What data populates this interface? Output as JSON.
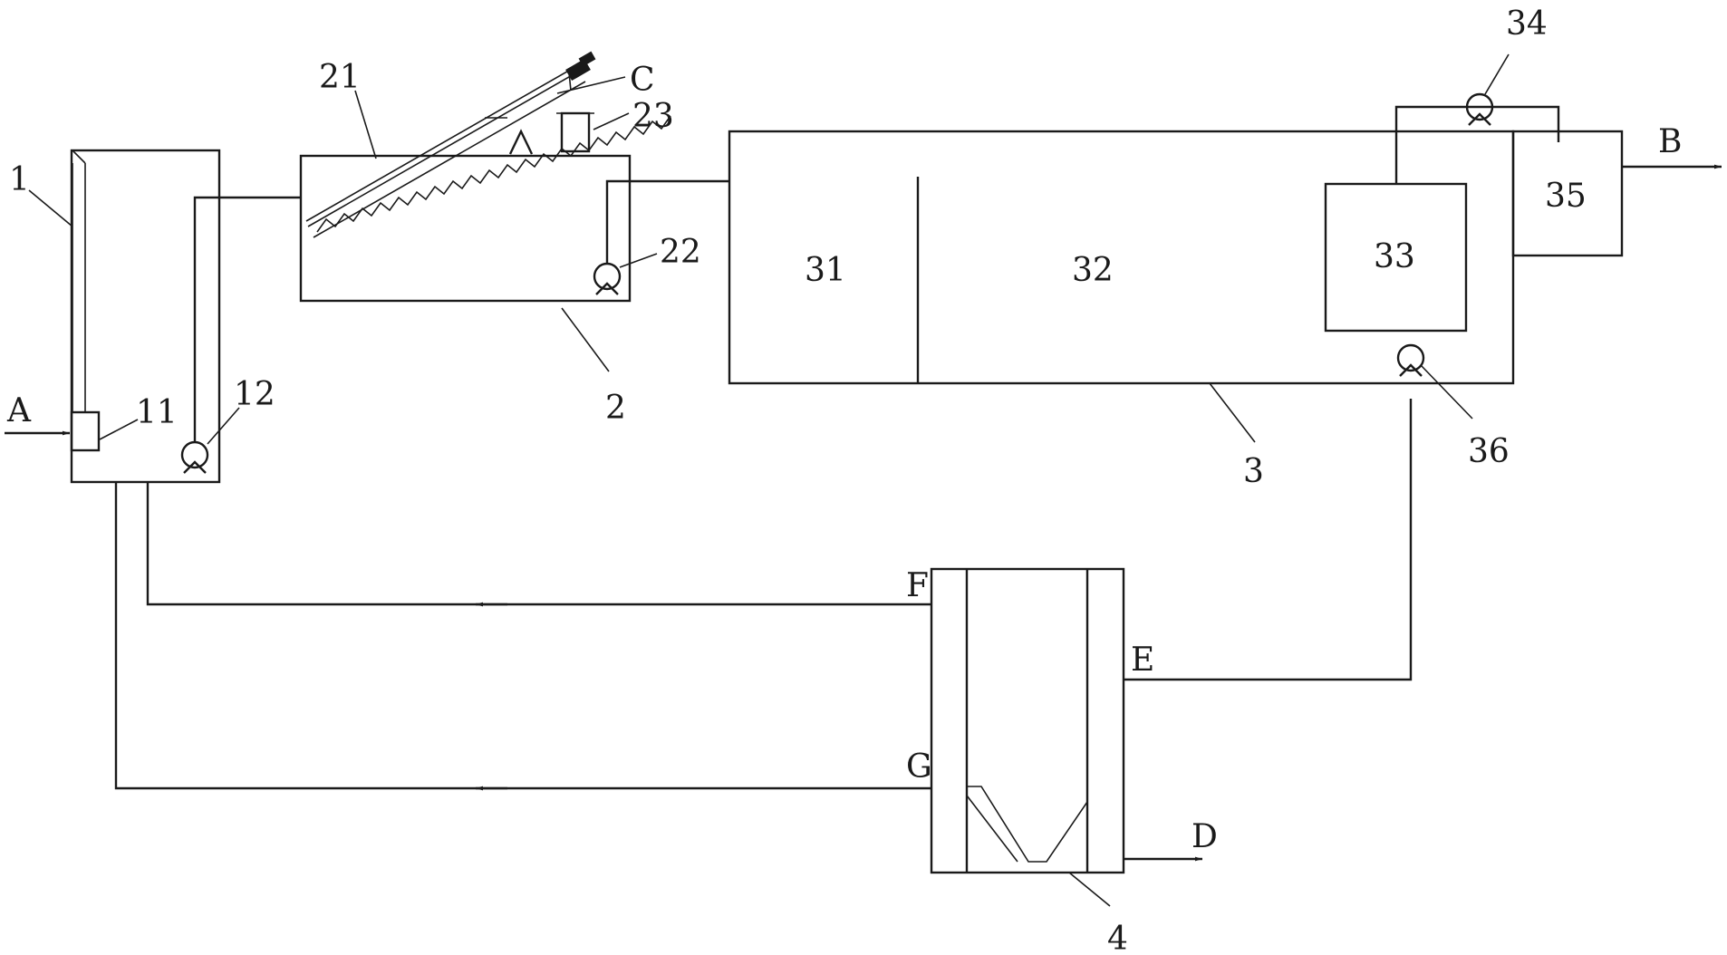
{
  "labels": {
    "inlet_a": "A",
    "outlet_b": "B",
    "outlet_c": "C",
    "outlet_d": "D",
    "port_e": "E",
    "port_f": "F",
    "port_g": "G",
    "tank_1": "1",
    "device_11": "11",
    "pump_12": "12",
    "tank_2": "2",
    "conveyor_21": "21",
    "pump_22": "22",
    "bucket_23": "23",
    "system_3": "3",
    "chamber_31": "31",
    "chamber_32": "32",
    "chamber_33": "33",
    "pump_34": "34",
    "tank_35": "35",
    "pump_36": "36",
    "unit_4": "4"
  }
}
